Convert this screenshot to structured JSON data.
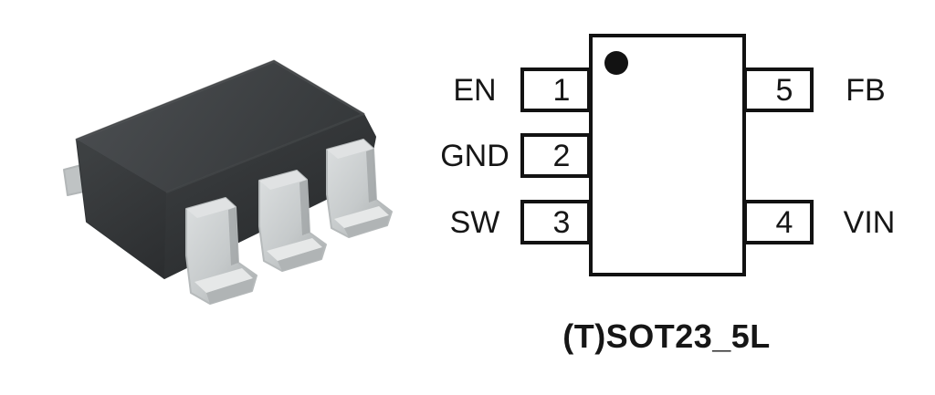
{
  "figure": {
    "kind": "ic-package-pinout-figure",
    "caption": "(T)SOT23_5L"
  },
  "package_photo": {
    "name": "sot23-5-package-3d-render",
    "body_color": "#35383a",
    "lead_color": "#c9cdce",
    "lead_count_visible": 4
  },
  "pinout": {
    "pin1_marker": "black-dot-top-left",
    "left_pins": [
      {
        "number": "1",
        "name": "EN"
      },
      {
        "number": "2",
        "name": "GND"
      },
      {
        "number": "3",
        "name": "SW"
      }
    ],
    "right_pins": [
      {
        "number": "5",
        "name": "FB"
      },
      {
        "number": "4",
        "name": "VIN"
      }
    ],
    "colors": {
      "line": "#121212",
      "fill": "#ffffff",
      "text": "#161616"
    }
  }
}
